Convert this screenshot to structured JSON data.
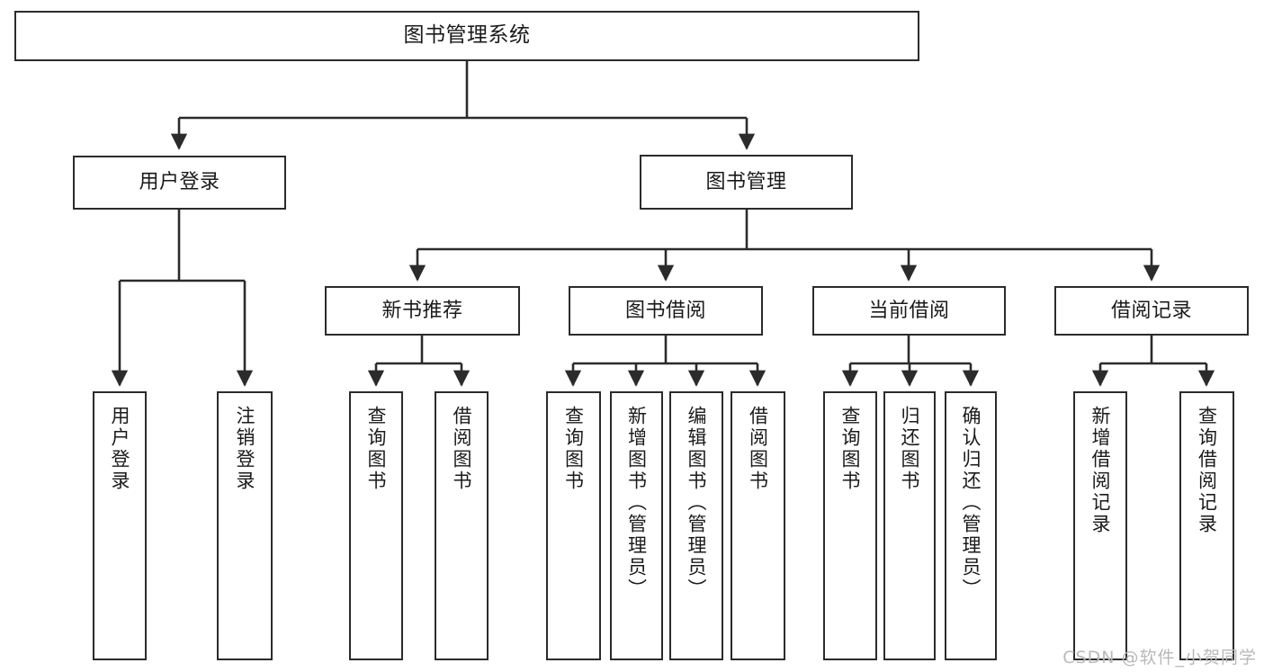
{
  "diagram": {
    "title": "图书管理系统",
    "type": "hierarchy-tree",
    "root": {
      "label": "图书管理系统"
    },
    "level2": [
      {
        "label": "用户登录"
      },
      {
        "label": "图书管理"
      }
    ],
    "level3": [
      {
        "label": "新书推荐"
      },
      {
        "label": "图书借阅"
      },
      {
        "label": "当前借阅"
      },
      {
        "label": "借阅记录"
      }
    ],
    "leaves": {
      "user_login": [
        {
          "label": "用户登录"
        },
        {
          "label": "注销登录"
        }
      ],
      "new_book_recommend": [
        {
          "label": "查询图书"
        },
        {
          "label": "借阅图书"
        }
      ],
      "book_borrow": [
        {
          "label": "查询图书"
        },
        {
          "label": "新增图书（管理员）"
        },
        {
          "label": "编辑图书（管理员）"
        },
        {
          "label": "借阅图书"
        }
      ],
      "current_borrow": [
        {
          "label": "查询图书"
        },
        {
          "label": "归还图书"
        },
        {
          "label": "确认归还（管理员）"
        }
      ],
      "borrow_records": [
        {
          "label": "新增借阅记录"
        },
        {
          "label": "查询借阅记录"
        }
      ]
    }
  },
  "watermark": {
    "text": "CSDN @软件_小贺同学"
  },
  "colors": {
    "background": "#ffffff",
    "box_fill": "#ffffff",
    "box_stroke": "#2b2b2b",
    "connector": "#2b2b2b",
    "text": "#1a1a1a",
    "watermark": "#b9b9b9"
  }
}
